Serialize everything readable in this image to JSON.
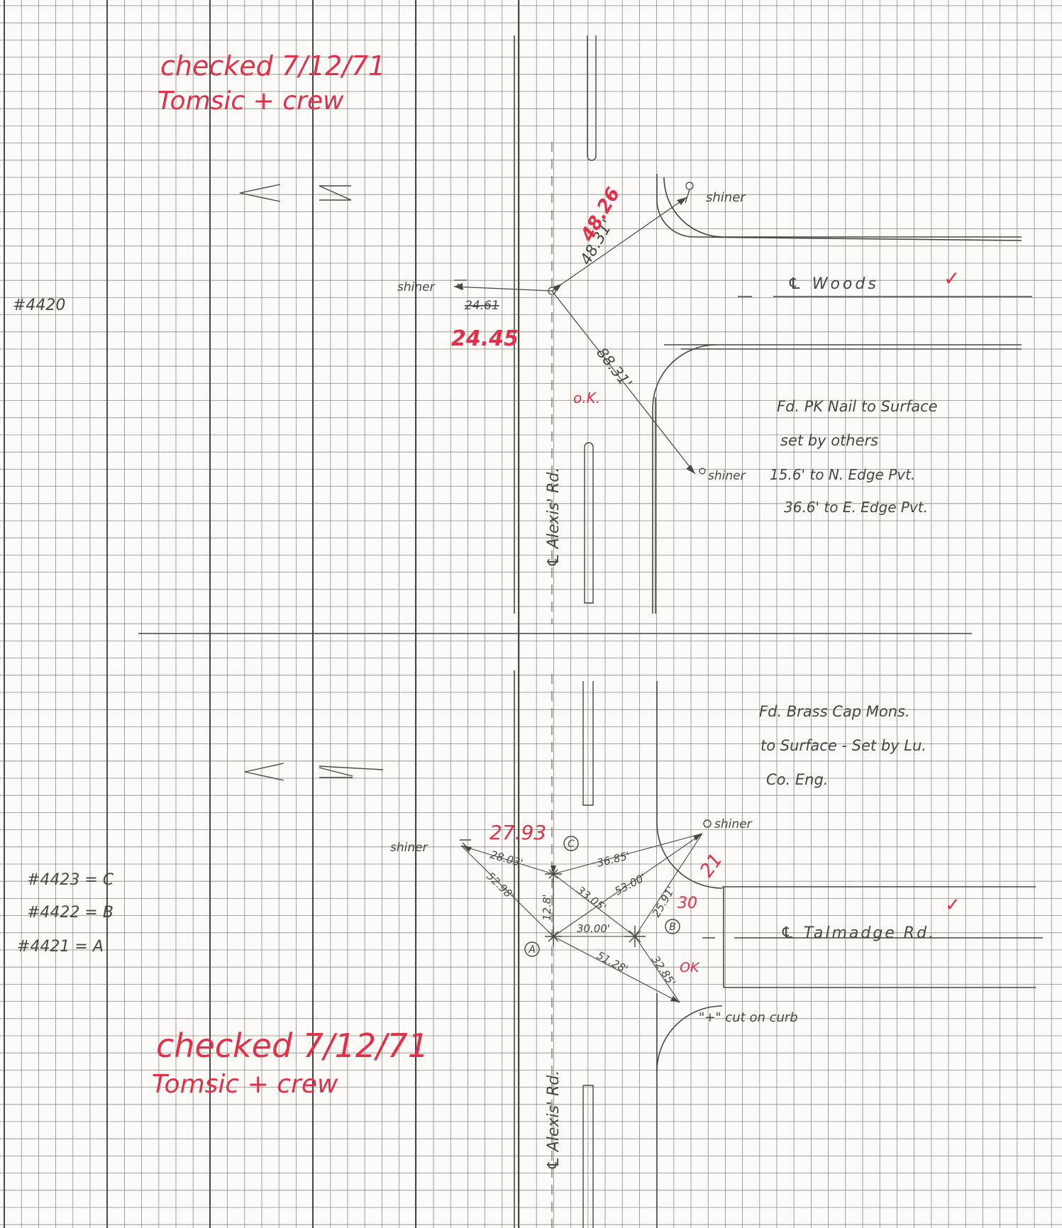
{
  "sheet": {
    "section_1": {
      "check_note": {
        "line1": "checked 7/12/71",
        "line2": "Tomsic + crew"
      },
      "north_arrow": "<-- N",
      "point_id": "#4420",
      "street_label": "℄ Woods",
      "road_label": "℄ Alexis' Rd.",
      "shiner_ne": "shiner",
      "shiner_w": "shiner",
      "shiner_se": "shiner",
      "dist_ne": "48.31'",
      "dist_ne_check": "48.26",
      "dist_w_struck": "24.61",
      "dist_w_check": "24.45",
      "dist_se": "88.31'",
      "ok_mark": "o.K.",
      "note_line1": "Fd. PK Nail to Surface",
      "note_line2": "set by others",
      "note_line3": "15.6' to N. Edge Pvt.",
      "note_line4": "36.6' to E. Edge Pvt.",
      "tick": "✓"
    },
    "section_2": {
      "check_note": {
        "line1": "checked 7/12/71",
        "line2": "Tomsic + crew"
      },
      "north_arrow": "<-- N",
      "point_ids": [
        "#4423 = C",
        "#4422 = B",
        "#4421 = A"
      ],
      "street_label": "℄ Talmadge Rd.",
      "road_label": "℄ Alexis' Rd.",
      "note_line1": "Fd. Brass Cap Mons.",
      "note_line2": "to Surface - Set by Lu.",
      "note_line3": "Co. Eng.",
      "shiner_w": "shiner",
      "shiner_ne": "shiner",
      "curb_note": "\"+\" cut on curb",
      "mon_a": "A",
      "mon_b": "B",
      "mon_c": "C",
      "d_cw": "28.03'",
      "d_cw_check": "27.93",
      "d_aw": "52.98'",
      "d_cne": "36.85'",
      "d_ca": "12.8'",
      "d_cb": "33.05'",
      "d_ab": "30.00'",
      "d_ane": "53.00'",
      "d_bne": "25.91'",
      "d_bne_check": "21",
      "d_bne_check2": "30",
      "d_ase": "51.28'",
      "d_bse": "32.85'",
      "ok_mark": "OK",
      "tick": "✓"
    },
    "colors": {
      "ink": "#4a4640",
      "red": "#e0304a",
      "grid": "#8e8a82",
      "paper": "#fbfaf6"
    }
  }
}
